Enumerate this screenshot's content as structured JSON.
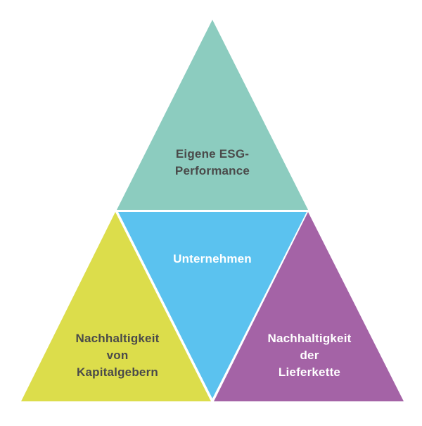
{
  "diagram": {
    "segments": {
      "top": {
        "lines": [
          "Eigene ESG-",
          "Performance"
        ],
        "fill": "#8cccbf",
        "text_color": "#4a4a4a"
      },
      "center": {
        "lines": [
          "Unternehmen"
        ],
        "fill": "#5bc2ef",
        "text_color": "#ffffff"
      },
      "left": {
        "lines": [
          "Nachhaltigkeit",
          "von",
          "Kapitalgebern"
        ],
        "fill": "#dcdd4b",
        "text_color": "#4a4a4a"
      },
      "right": {
        "lines": [
          "Nachhaltigkeit",
          "der",
          "Lieferkette"
        ],
        "fill": "#a463a6",
        "text_color": "#ffffff"
      }
    }
  }
}
